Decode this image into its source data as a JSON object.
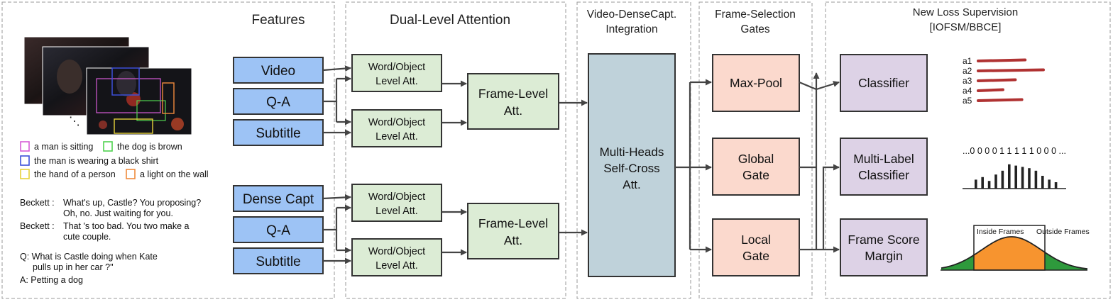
{
  "sections": {
    "features": "Features",
    "dual_attention": "Dual-Level Attention",
    "integration_1": "Video-DenseCapt.",
    "integration_2": "Integration",
    "gates_1": "Frame-Selection",
    "gates_2": "Gates",
    "loss_1": "New Loss Supervision",
    "loss_2": "[IOFSM/BBCE]"
  },
  "input": {
    "ellipsis": "⋱",
    "legend": [
      {
        "text": "a man is sitting",
        "color": "#d65bd6"
      },
      {
        "text": "the dog is brown",
        "color": "#4fd24f"
      },
      {
        "text": "the man is wearing a black shirt",
        "color": "#3c4fd8"
      },
      {
        "text": "the hand of a person",
        "color": "#e6d23a"
      },
      {
        "text": "a light on the wall",
        "color": "#ef8a3c"
      }
    ],
    "dialogue": [
      {
        "speaker": "Beckett :",
        "line1": "What's up, Castle? You proposing?",
        "line2": "Oh, no. Just waiting for you."
      },
      {
        "speaker": "Beckett :",
        "line1": "That 's too bad. You two make a",
        "line2": "cute couple."
      }
    ],
    "question_1": "Q: What is Castle doing when Kate",
    "question_2": "pulls up in her car ?\"",
    "answer": "A: Petting a dog"
  },
  "features": {
    "video": "Video",
    "qa_top": "Q-A",
    "subtitle_top": "Subtitle",
    "dense_capt": "Dense Capt",
    "qa_bottom": "Q-A",
    "subtitle_bottom": "Subtitle"
  },
  "attention": {
    "word_object_1": "Word/Object",
    "word_object_2": "Level Att.",
    "frame_level_1": "Frame-Level",
    "frame_level_2": "Att."
  },
  "integration": {
    "line1": "Multi-Heads",
    "line2": "Self-Cross",
    "line3": "Att."
  },
  "gates": {
    "max_pool": "Max-Pool",
    "global_1": "Global",
    "global_2": "Gate",
    "local_1": "Local",
    "local_2": "Gate"
  },
  "outputs": {
    "classifier": "Classifier",
    "multi_label_1": "Multi-Label",
    "multi_label_2": "Classifier",
    "frame_score_1": "Frame Score",
    "frame_score_2": "Margin"
  },
  "answers": {
    "labels": [
      "a1",
      "a2",
      "a3",
      "a4",
      "a5"
    ],
    "scores": [
      0.72,
      1.0,
      0.57,
      0.38,
      0.67
    ],
    "bar_color": "#b03232"
  },
  "multilabel": {
    "sequence": "...0 0 0 0 1 1 1 1 1 0 0 0 ...",
    "bars": [
      0.35,
      0.45,
      0.3,
      0.55,
      0.7,
      0.95,
      0.9,
      0.85,
      0.8,
      0.7,
      0.5,
      0.35,
      0.25
    ]
  },
  "margin": {
    "inside": "Inside Frames",
    "outside": "Outside Frames",
    "inside_color": "#f7942f",
    "outside_color": "#2e9a3c"
  }
}
